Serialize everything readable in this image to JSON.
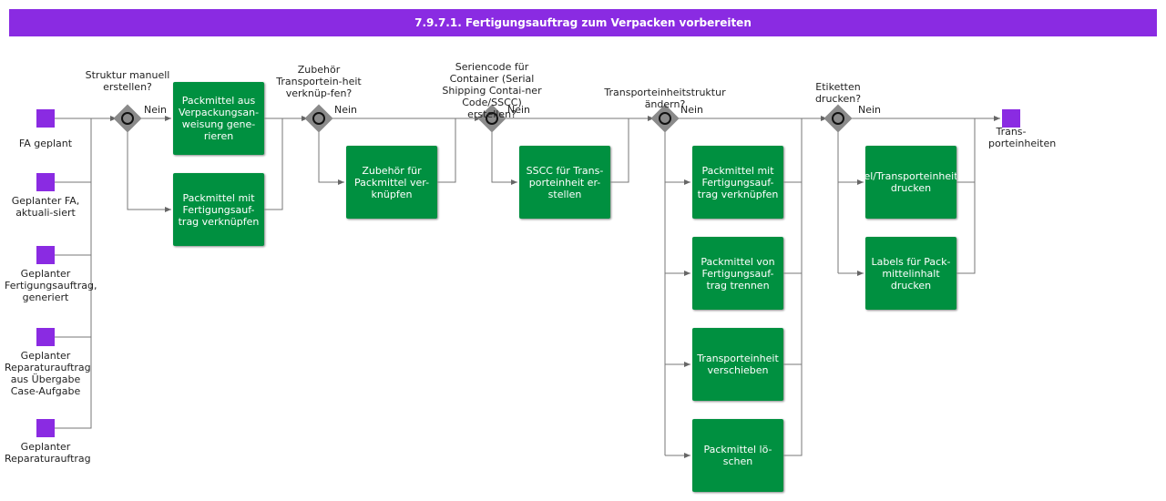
{
  "title": "7.9.7.1. Fertigungsauftrag zum Verpacken vorbereiten",
  "start_events": [
    "FA geplant",
    "Geplanter FA, aktuali-siert",
    "Geplanter Fertigungsauftrag, generiert",
    "Geplanter Reparaturauftrag aus Übergabe Case-Aufgabe",
    "Geplanter Reparaturauftrag"
  ],
  "end_event": "Trans-porteinheiten",
  "gateways": [
    "Struktur manuell erstellen?",
    "Zubehör Transportein-heit verknüp-fen?",
    "Seriencode für Container (Serial Shipping Contai-ner Code/SSCC) erstellen?",
    "Transporteinheitstruktur ändern?",
    "Etiketten drucken?"
  ],
  "edge_labels": {
    "no": "Nein"
  },
  "tasks": [
    "Packmittel aus Verpackungsan-weisung gene-rieren",
    "Packmittel mit Fertigungsauf-trag verknüpfen",
    "Zubehör für Packmittel ver-knüpfen",
    "SSCC für Trans-porteinheit er-stellen",
    "Packmittel mit Fertigungsauf-trag verknüpfen",
    "Packmittel von Fertigungsauf-trag trennen",
    "Transporteinheit verschieben",
    "Packmittel lö-schen",
    "el/Transporteinheit drucken",
    "Labels für Pack-mittelinhalt drucken"
  ]
}
